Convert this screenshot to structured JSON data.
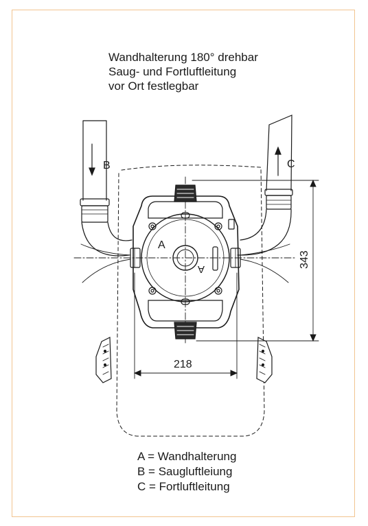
{
  "caption": {
    "line1": "Wandhalterung 180° drehbar",
    "line2": "Saug- und Fortluftleitung",
    "line3": "vor Ort festlegbar"
  },
  "labels": {
    "b": "B",
    "c": "C",
    "a_front": "A",
    "a_side": "A",
    "height": "343",
    "width": "218"
  },
  "legend": {
    "a": "A = Wandhalterung",
    "b": "B = Saugluftleiung",
    "c": "C = Fortluftleitung"
  },
  "colors": {
    "frame": "#f2c48f",
    "line": "#1a1a1a"
  }
}
